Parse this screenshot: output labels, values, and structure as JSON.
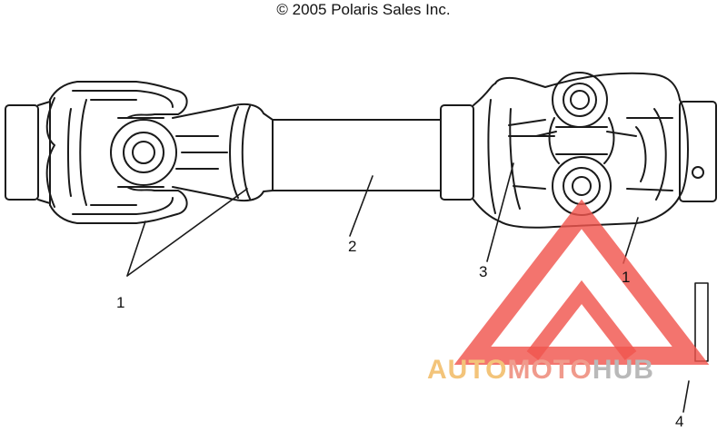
{
  "copyright": "© 2005 Polaris Sales Inc.",
  "callouts": {
    "c1_left": "1",
    "c2": "2",
    "c3": "3",
    "c1_right": "1",
    "c4": "4"
  },
  "watermark": {
    "part1": "AUTO",
    "part2": "MOTO",
    "part3": "HUB",
    "colors": {
      "auto": "#f3c47a",
      "moto": "#f09a8c",
      "hub": "#b9b9b9",
      "triangle": "#f0554e"
    }
  }
}
